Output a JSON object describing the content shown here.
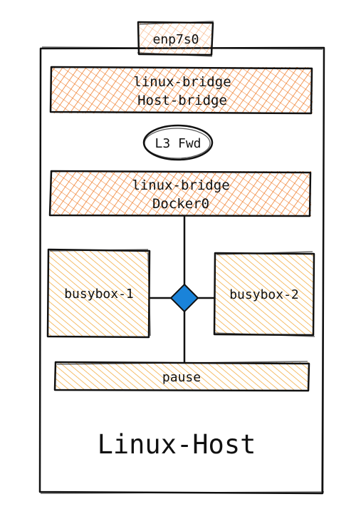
{
  "nodes": {
    "nic": "enp7s0",
    "host_bridge": [
      "linux-bridge",
      "Host-bridge"
    ],
    "l3_forward": "L3 Fwd",
    "docker_bridge": [
      "linux-bridge",
      "Docker0"
    ],
    "container_1": "busybox-1",
    "container_2": "busybox-2",
    "pause": "pause",
    "host": "Linux-Host"
  },
  "colors": {
    "bridge_fill": "#f59a4a",
    "container_fill": "#f6b84a",
    "switch": "#1a83d9",
    "ink": "#111111"
  }
}
